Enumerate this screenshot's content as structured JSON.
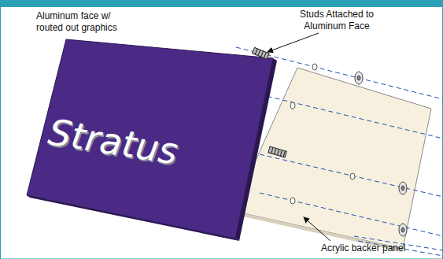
{
  "diagram": {
    "labels": [
      "Aluminum face w/ routed out graphics",
      "Stratus",
      "Studs Attached to Aluminum Face",
      "Acrylic backer panel"
    ]
  }
}
